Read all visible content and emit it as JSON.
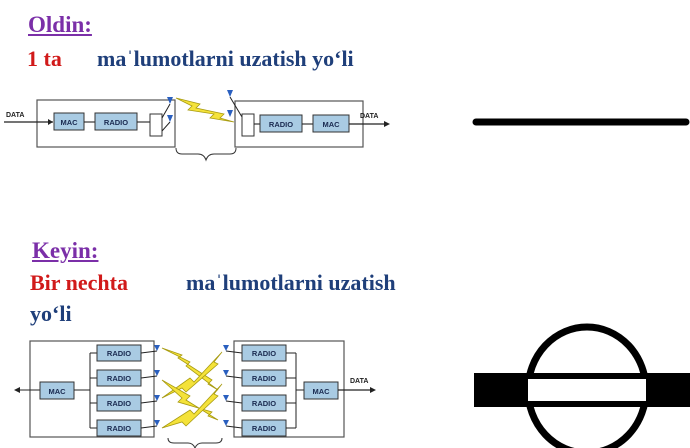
{
  "before": {
    "heading": "Oldin:",
    "count": "1 ta",
    "description": "maˈlumotlarni uzatish yo‘li",
    "diagram": {
      "data_in": "DATA",
      "data_out": "DATA",
      "left_blocks": [
        "MAC",
        "RADIO"
      ],
      "right_blocks": [
        "RADIO",
        "MAC"
      ]
    },
    "symbol": "line"
  },
  "after": {
    "heading": "Keyin:",
    "count": "Bir nechta",
    "description_line1": "maˈlumotlarni uzatish",
    "description_line2": "yo‘li",
    "diagram": {
      "data_out": "DATA",
      "left_mac": "MAC",
      "right_mac": "MAC",
      "radio_label": "RADIO",
      "radios_per_side": 4
    },
    "symbol": "circle-with-bar"
  },
  "colors": {
    "heading": "#7b2fa8",
    "count": "#d11a1a",
    "description": "#1f3f7a",
    "block_fill": "#a9cbe3",
    "bolt": "#f4e23a"
  }
}
